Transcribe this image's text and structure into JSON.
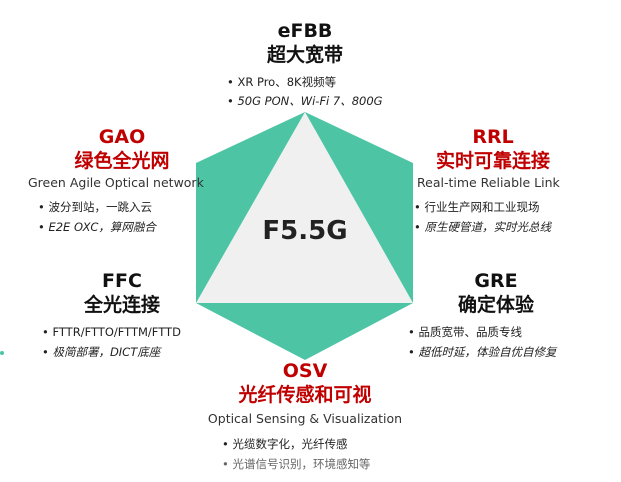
{
  "center": {
    "label": "F5.5G"
  },
  "colors": {
    "hexagon": "#4dc5a5",
    "triangle": "#f0f0f0",
    "accent_red": "#c00000"
  },
  "efbb": {
    "code": "eFBB",
    "cn": "超大宽带",
    "bullets": [
      "• XR Pro、8K视频等",
      "• 50G PON、Wi-Fi 7、800G"
    ]
  },
  "gao": {
    "code": "GAO",
    "cn": "绿色全光网",
    "en": "Green Agile Optical network",
    "bullets": [
      "• 波分到站，一跳入云",
      "• E2E OXC，算网融合"
    ]
  },
  "rrl": {
    "code": "RRL",
    "cn": "实时可靠连接",
    "en": "Real-time Reliable Link",
    "bullets": [
      "• 行业生产网和工业现场",
      "• 原生硬管道，实时光总线"
    ]
  },
  "ffc": {
    "code": "FFC",
    "cn": "全光连接",
    "bullets": [
      "• FTTR/FTTO/FTTM/FTTD",
      "• 极简部署，DICT底座"
    ]
  },
  "gre": {
    "code": "GRE",
    "cn": "确定体验",
    "bullets": [
      "• 品质宽带、品质专线",
      "• 超低时延，体验自优自修复"
    ]
  },
  "osv": {
    "code": "OSV",
    "cn": "光纤传感和可视",
    "en": "Optical Sensing & Visualization",
    "bullets": [
      "• 光缆数字化，光纤传感",
      "• 光谱信号识别，环境感知等"
    ]
  }
}
